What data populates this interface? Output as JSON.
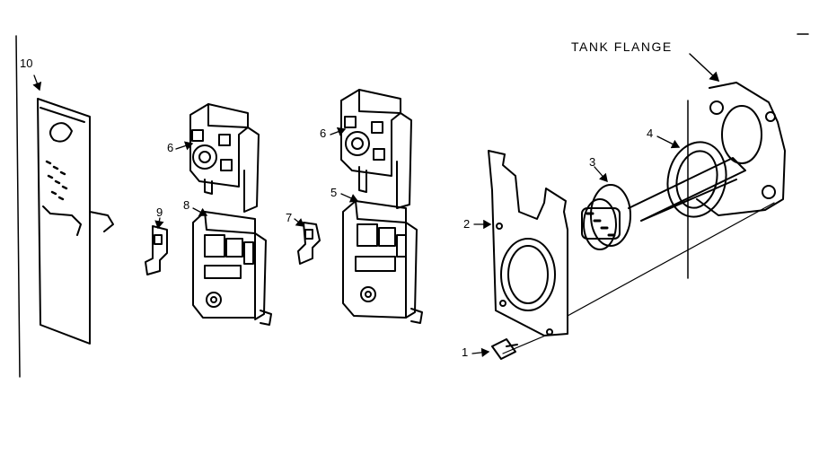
{
  "diagram": {
    "title_label": "TANK FLANGE",
    "callouts": {
      "c1": "1",
      "c2": "2",
      "c3": "3",
      "c4": "4",
      "c5": "5",
      "c6a": "6",
      "c6b": "6",
      "c7": "7",
      "c8": "8",
      "c9": "9",
      "c10": "10"
    }
  }
}
